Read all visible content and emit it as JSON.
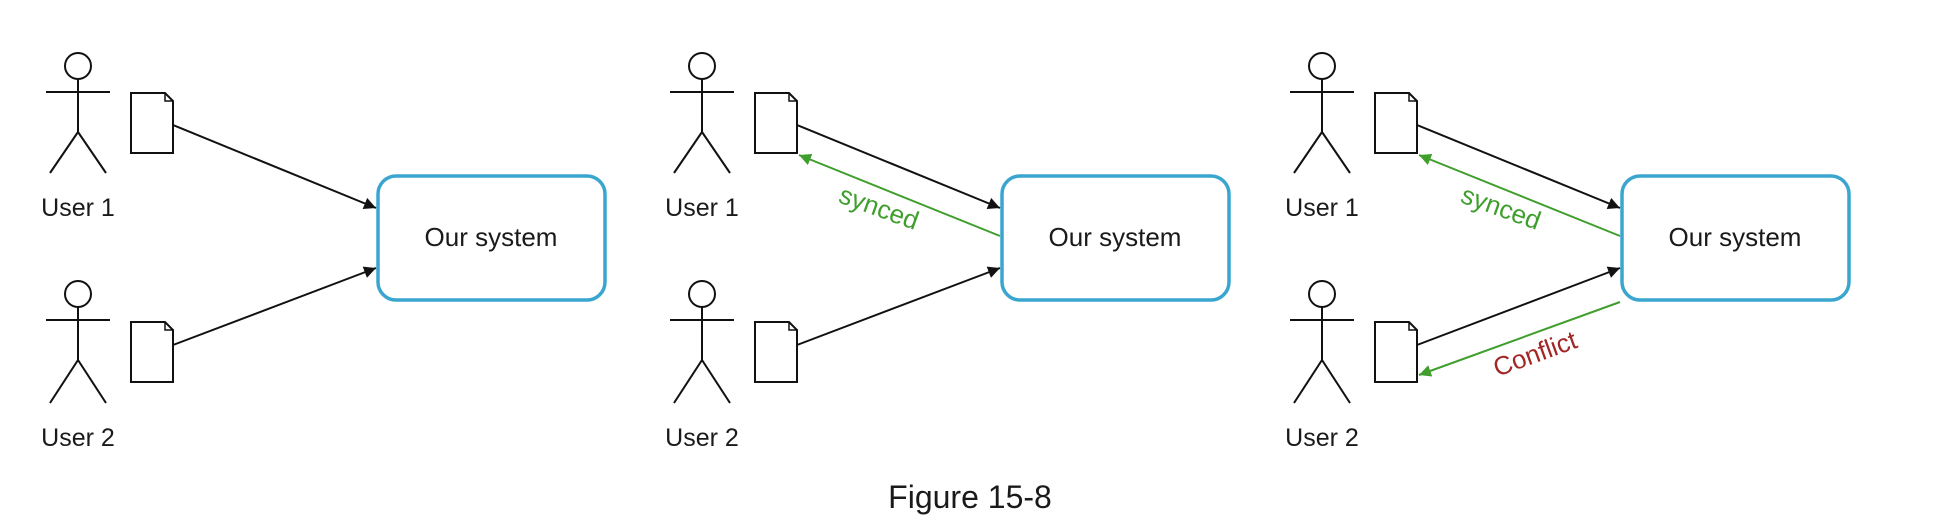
{
  "panels": [
    {
      "system_label": "Our system",
      "users": [
        {
          "label": "User 1"
        },
        {
          "label": "User 2"
        }
      ],
      "edges": []
    },
    {
      "system_label": "Our system",
      "users": [
        {
          "label": "User 1"
        },
        {
          "label": "User 2"
        }
      ],
      "edges": [
        {
          "label": "synced"
        }
      ]
    },
    {
      "system_label": "Our system",
      "users": [
        {
          "label": "User 1"
        },
        {
          "label": "User 2"
        }
      ],
      "edges": [
        {
          "label": "synced"
        },
        {
          "label": "Conflict"
        }
      ]
    }
  ],
  "caption": "Figure 15-8",
  "colors": {
    "line": "#111111",
    "system_border": "#3aa6d0",
    "sync_arrow": "#3f9e2c",
    "synced_text": "#3f9e2c",
    "conflict_text": "#a32626"
  }
}
